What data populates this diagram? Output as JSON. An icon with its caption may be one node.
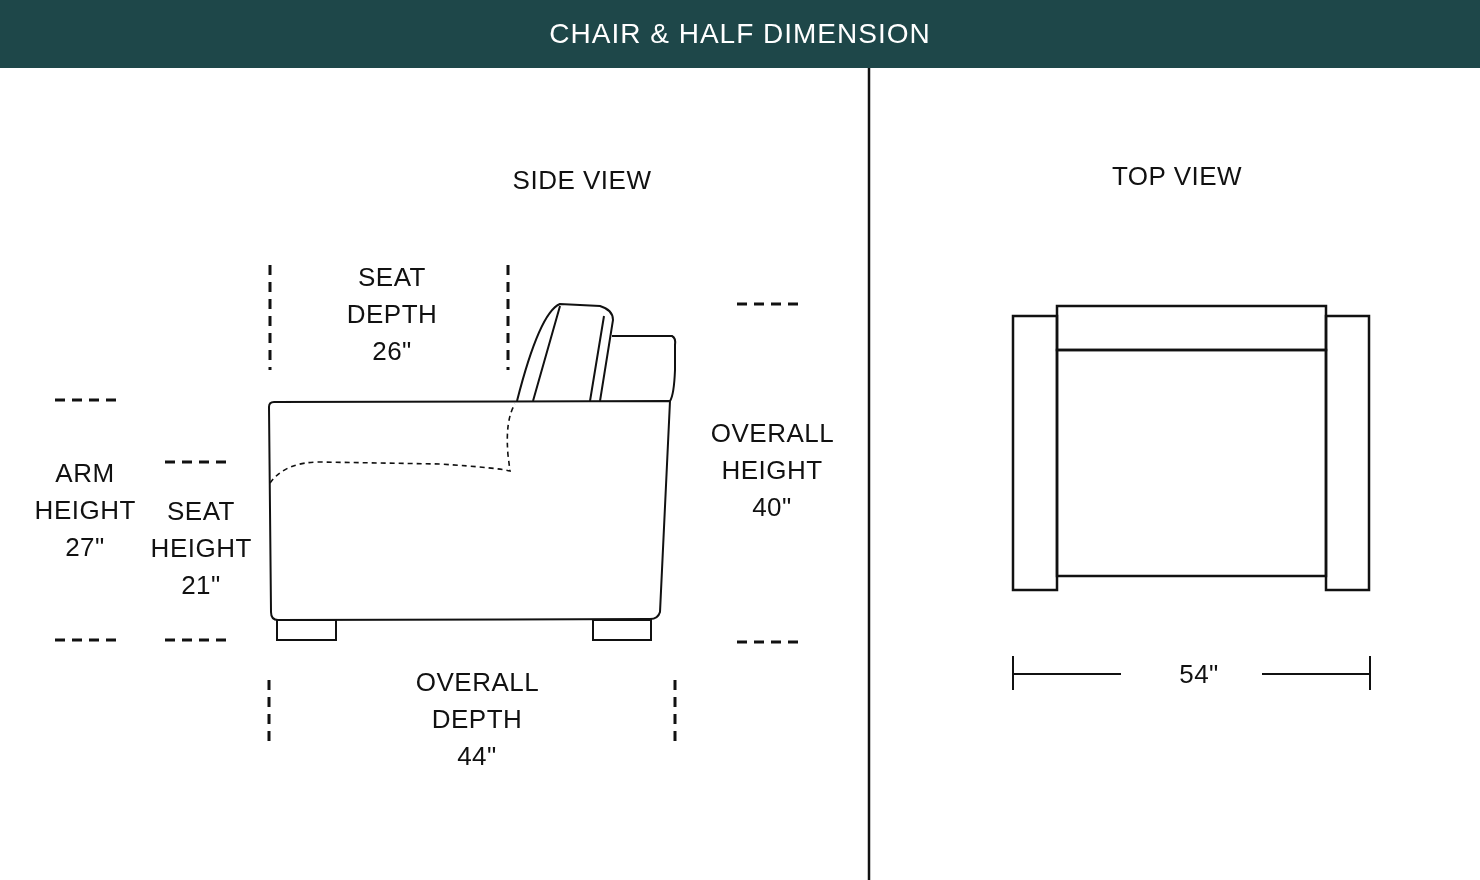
{
  "diagram": {
    "title": "CHAIR & HALF DIMENSION",
    "labels": [
      "SIDE VIEW",
      "TOP VIEW",
      "SEAT DEPTH 26\"",
      "OVERALL HEIGHT 40\"",
      "ARM HEIGHT 27\"",
      "SEAT HEIGHT 21\"",
      "OVERALL DEPTH 44\"",
      "54\""
    ]
  }
}
